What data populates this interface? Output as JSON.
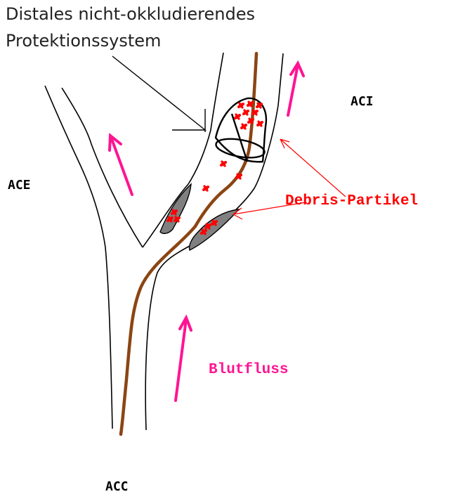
{
  "title": {
    "line1": "Distales nicht-okkludierendes",
    "line2": "Protektionssystem"
  },
  "labels": {
    "aci": "ACI",
    "ace": "ACE",
    "acc": "ACC",
    "debris": "Debris-Partikel",
    "flow": "Blutfluss"
  },
  "colors": {
    "vessel_outline": "#000000",
    "guidewire": "#8b4513",
    "debris": "#ff0000",
    "plaque": "#808080",
    "flow_arrow": "#ff1493",
    "debris_text": "#ff0000",
    "flow_text": "#ff1493",
    "pointer_line": "#ff0000"
  }
}
